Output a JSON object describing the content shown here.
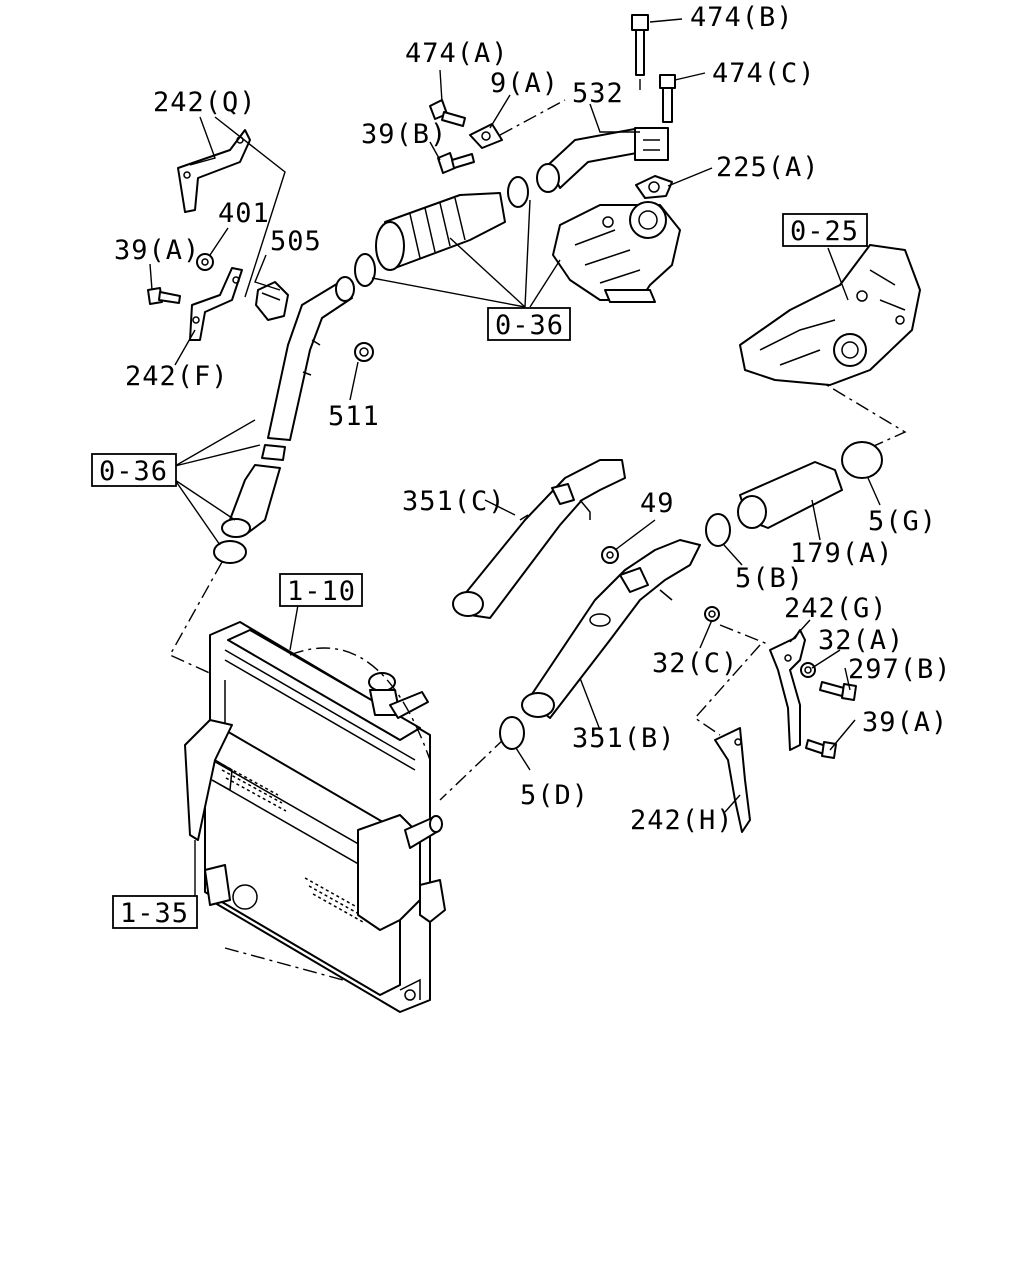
{
  "labels": {
    "l_474b": "474(B)",
    "l_474c": "474(C)",
    "l_474a": "474(A)",
    "l_9a": "9(A)",
    "l_532": "532",
    "l_242q": "242(Q)",
    "l_39b": "39(B)",
    "l_225a": "225(A)",
    "l_401": "401",
    "l_505": "505",
    "l_39a_top": "39(A)",
    "l_242f": "242(F)",
    "l_511": "511",
    "l_351c": "351(C)",
    "l_49": "49",
    "l_5g": "5(G)",
    "l_179a": "179(A)",
    "l_5b": "5(B)",
    "l_242g": "242(G)",
    "l_32a": "32(A)",
    "l_32c": "32(C)",
    "l_297b": "297(B)",
    "l_39a_bot": "39(A)",
    "l_351b": "351(B)",
    "l_5d": "5(D)",
    "l_242h": "242(H)"
  },
  "refs": {
    "r_036_top": "0-36",
    "r_025": "0-25",
    "r_036_left": "0-36",
    "r_110": "1-10",
    "r_135": "1-35"
  }
}
